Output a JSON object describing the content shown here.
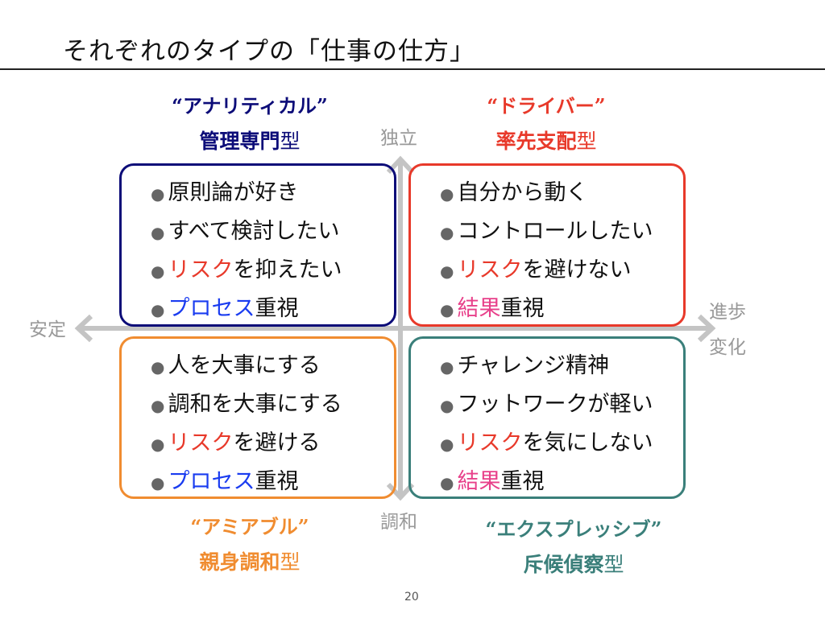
{
  "title": "それぞれのタイプの「仕事の仕方」",
  "page_number": "20",
  "axes": {
    "top": "独立",
    "bottom": "調和",
    "left": "安定",
    "right_1": "進歩",
    "right_2": "変化",
    "color": "#c4c4c4"
  },
  "colors": {
    "red": "#e8392a",
    "blue": "#1a3cf0",
    "pink": "#e8408a"
  },
  "quadrants": {
    "analytical": {
      "name": "“アナリティカル”",
      "type_main": "管理専門",
      "type_suffix": "型",
      "color": "#0c0c78",
      "items": [
        [
          {
            "t": "原則論が好き"
          }
        ],
        [
          {
            "t": "すべて検討したい"
          }
        ],
        [
          {
            "t": "リスク",
            "c": "red"
          },
          {
            "t": "を抑えたい"
          }
        ],
        [
          {
            "t": "プロセス",
            "c": "blue"
          },
          {
            "t": "重視"
          }
        ]
      ]
    },
    "driver": {
      "name": "“ドライバー”",
      "type_main": "率先支配",
      "type_suffix": "型",
      "color": "#e8392a",
      "items": [
        [
          {
            "t": "自分から動く"
          }
        ],
        [
          {
            "t": "コントロールしたい"
          }
        ],
        [
          {
            "t": "リスク",
            "c": "red"
          },
          {
            "t": "を避けない"
          }
        ],
        [
          {
            "t": "結果",
            "c": "pink"
          },
          {
            "t": "重視"
          }
        ]
      ]
    },
    "amiable": {
      "name": "“アミアブル”",
      "type_main": "親身調和",
      "type_suffix": "型",
      "color": "#f08c30",
      "items": [
        [
          {
            "t": "人を大事にする"
          }
        ],
        [
          {
            "t": "調和を大事にする"
          }
        ],
        [
          {
            "t": "リスク",
            "c": "red"
          },
          {
            "t": "を避ける"
          }
        ],
        [
          {
            "t": "プロセス",
            "c": "blue"
          },
          {
            "t": "重視"
          }
        ]
      ]
    },
    "expressive": {
      "name": "“エクスプレッシブ”",
      "type_main": "斥候偵察",
      "type_suffix": "型",
      "color": "#3a7f7a",
      "items": [
        [
          {
            "t": "チャレンジ精神"
          }
        ],
        [
          {
            "t": "フットワークが軽い"
          }
        ],
        [
          {
            "t": "リスク",
            "c": "red"
          },
          {
            "t": "を気にしない"
          }
        ],
        [
          {
            "t": "結果",
            "c": "pink"
          },
          {
            "t": "重視"
          }
        ]
      ]
    }
  }
}
